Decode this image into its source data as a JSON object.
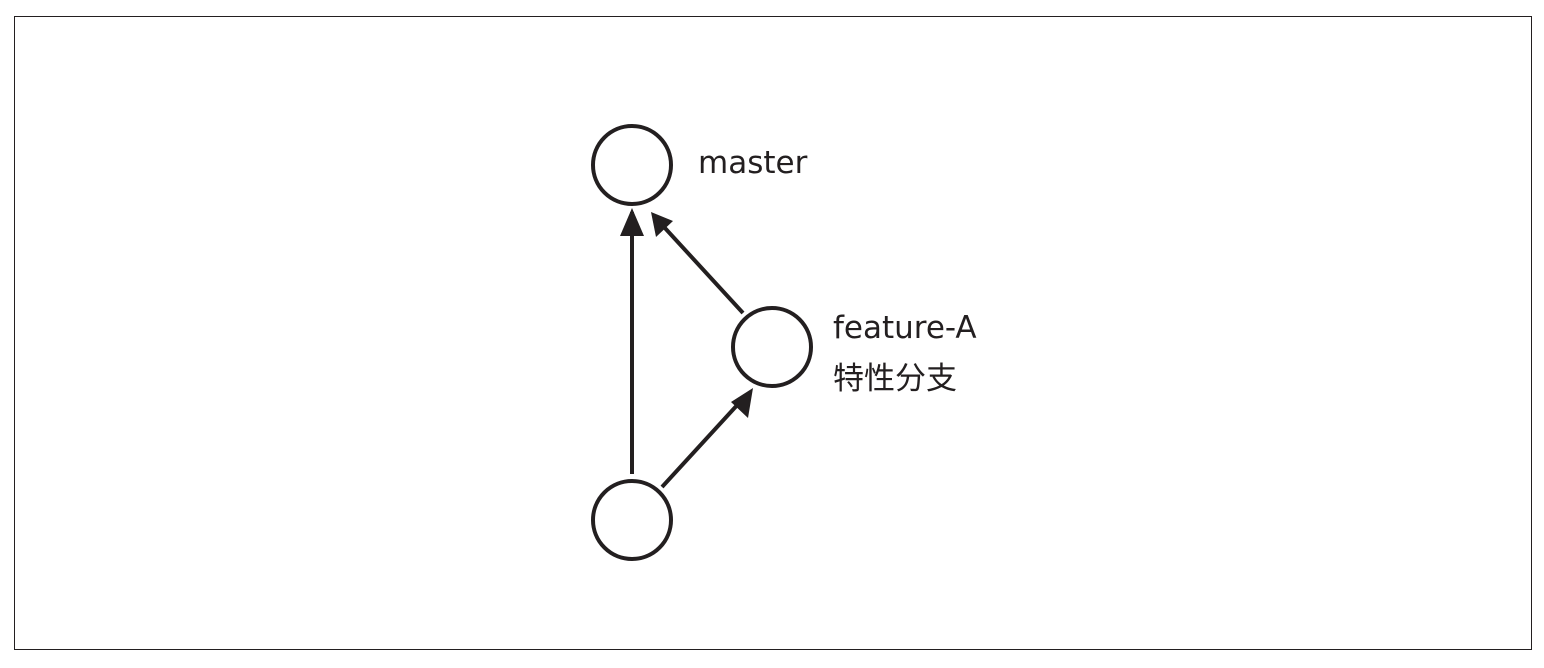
{
  "diagram": {
    "nodes": [
      {
        "id": "master",
        "label_lines": [
          "master"
        ]
      },
      {
        "id": "feature",
        "label_lines": [
          "feature-A",
          "特性分支"
        ]
      },
      {
        "id": "base",
        "label_lines": []
      }
    ],
    "edges": [
      {
        "from": "base",
        "to": "master"
      },
      {
        "from": "base",
        "to": "feature"
      },
      {
        "from": "feature",
        "to": "master"
      }
    ],
    "stroke_color": "#231f20",
    "background": "#ffffff"
  }
}
